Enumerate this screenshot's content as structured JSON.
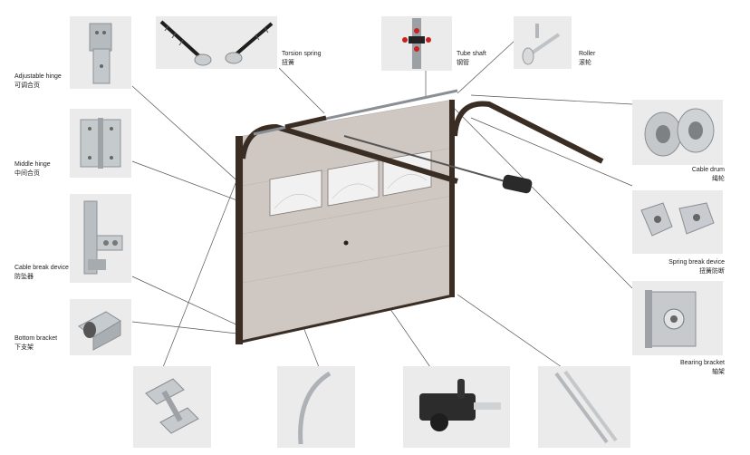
{
  "parts": [
    {
      "id": "adjustable-hinge",
      "en": "Adjustable hinge",
      "zh": "可调合页"
    },
    {
      "id": "middle-hinge",
      "en": "Middle hinge",
      "zh": "中间合页"
    },
    {
      "id": "cable-break-device",
      "en": "Cable break device",
      "zh": "防坠器"
    },
    {
      "id": "bottom-bracket",
      "en": "Bottom bracket",
      "zh": "下支架"
    },
    {
      "id": "torsion-spring",
      "en": "Torsion spring",
      "zh": "扭簧"
    },
    {
      "id": "tube-shaft",
      "en": "Tube shaft",
      "zh": "钢管"
    },
    {
      "id": "roller",
      "en": "Roller",
      "zh": "滚轮"
    },
    {
      "id": "cable-drum",
      "en": "Cable drum",
      "zh": "绳轮"
    },
    {
      "id": "spring-break-device",
      "en": "Spring break device",
      "zh": "扭簧防断"
    },
    {
      "id": "bearing-bracket",
      "en": "Bearing bracket",
      "zh": "轴架"
    }
  ],
  "colors": {
    "thumb_bg": "#ebebeb",
    "door_frame": "#3a2d24",
    "door_panel": "#cfc7c2",
    "steel": "#a8adb2",
    "leader_line": "#555555"
  }
}
